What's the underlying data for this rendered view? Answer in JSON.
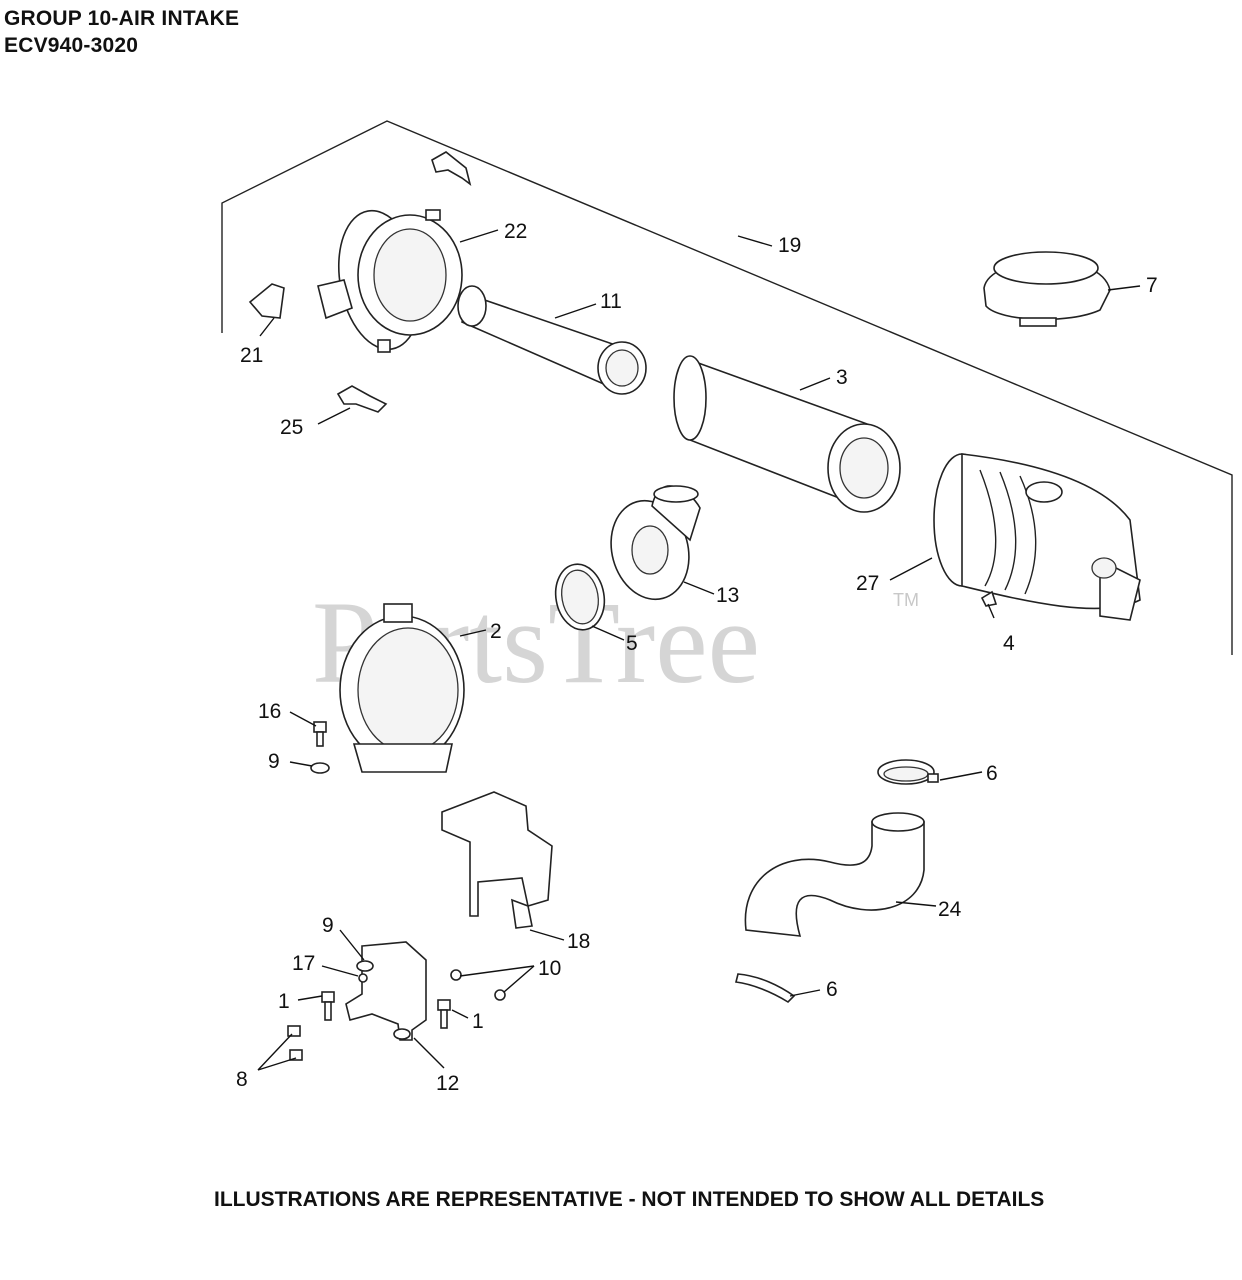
{
  "header": {
    "group_title": "GROUP 10-AIR INTAKE",
    "model": "ECV940-3020"
  },
  "footer": {
    "disclaimer": "ILLUSTRATIONS ARE REPRESENTATIVE - NOT INTENDED TO SHOW ALL DETAILS"
  },
  "watermark": {
    "text": "PartsTree",
    "trademark": "TM"
  },
  "callouts": {
    "c1a": "1",
    "c1b": "1",
    "c2": "2",
    "c3": "3",
    "c4": "4",
    "c5": "5",
    "c6a": "6",
    "c6b": "6",
    "c7": "7",
    "c8": "8",
    "c9a": "9",
    "c9b": "9",
    "c10": "10",
    "c11": "11",
    "c12": "12",
    "c13": "13",
    "c16": "16",
    "c17": "17",
    "c18": "18",
    "c19": "19",
    "c21": "21",
    "c22": "22",
    "c24": "24",
    "c25": "25",
    "c27": "27"
  }
}
